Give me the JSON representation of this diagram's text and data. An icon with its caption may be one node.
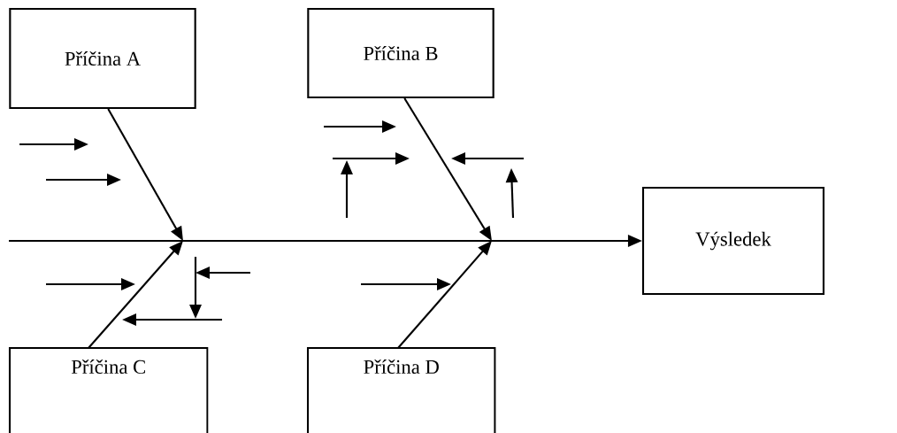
{
  "diagram": {
    "nodes": [
      {
        "text": [
          "Příčina A"
        ]
      },
      {
        "text": [
          "Příčina B"
        ]
      },
      {
        "text": [
          "Příčina C"
        ]
      },
      {
        "text": [
          "Příčina D"
        ]
      },
      {
        "text": [
          "Výsledek"
        ]
      }
    ],
    "edges": [
      {
        "from": 0,
        "to": null,
        "arrow": "to"
      },
      {
        "from": 1,
        "to": null,
        "arrow": "to"
      },
      {
        "from": 2,
        "to": null,
        "arrow": "to"
      },
      {
        "from": 3,
        "to": null,
        "arrow": "to"
      },
      {
        "from": null,
        "to": 4,
        "arrow": "to"
      }
    ]
  }
}
